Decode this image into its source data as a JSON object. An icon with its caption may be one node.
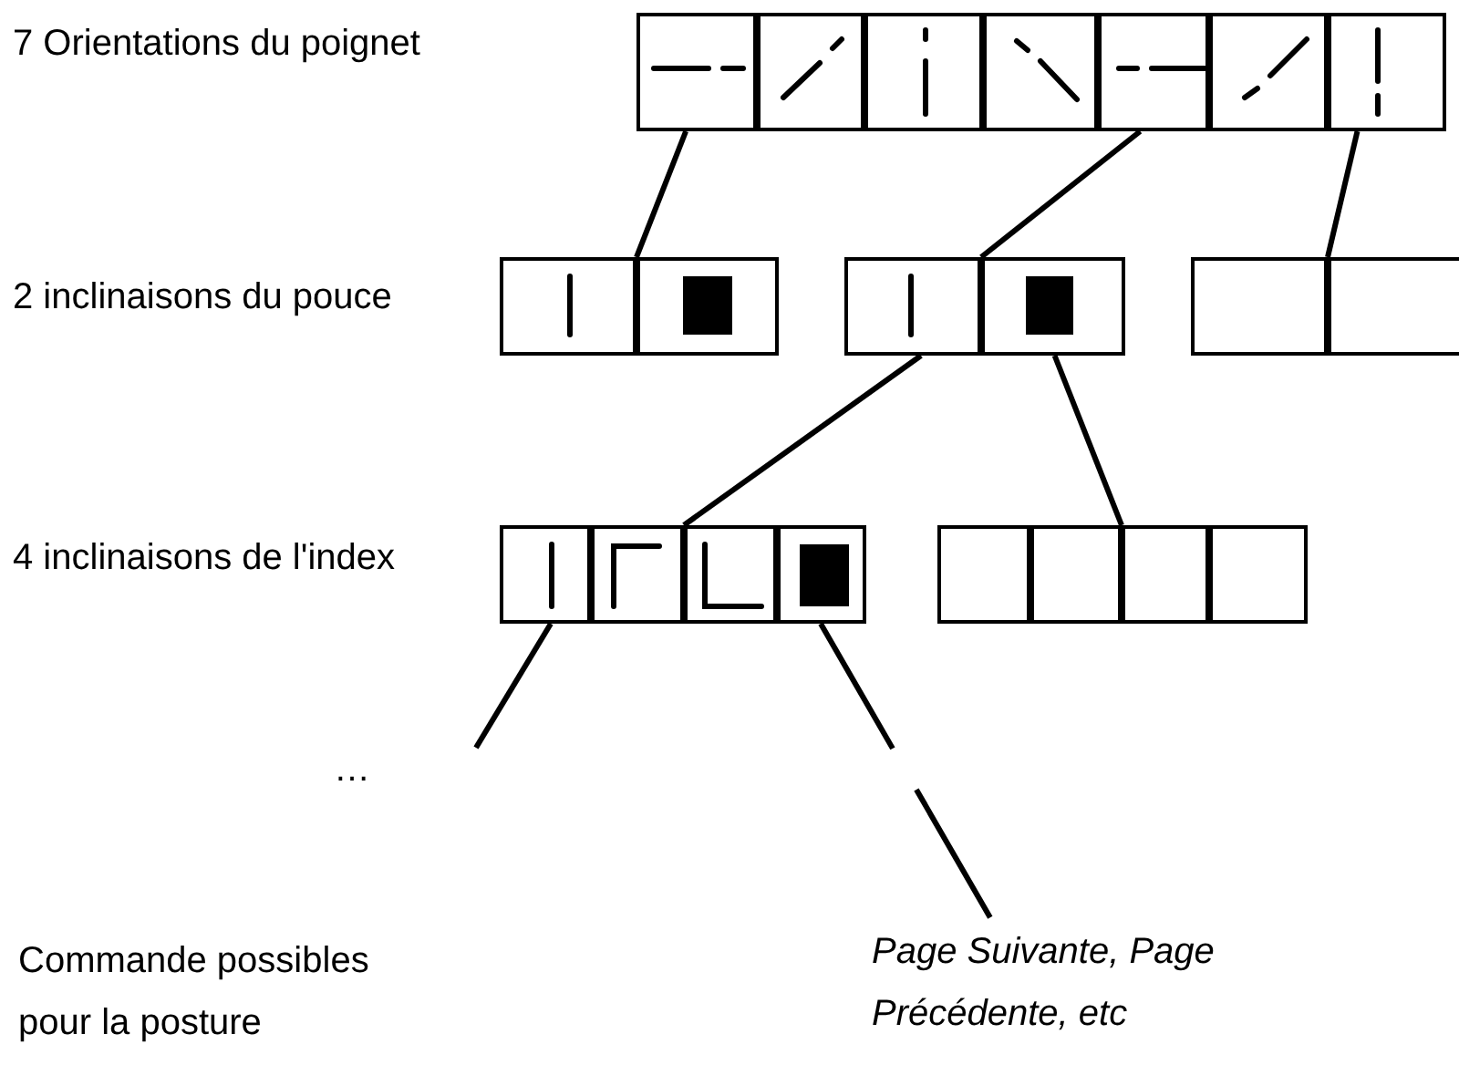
{
  "diagram": {
    "nodes": [
      {
        "text": [],
        "shape": "picture"
      },
      {
        "text": [],
        "shape": "picture"
      },
      {
        "text": [],
        "shape": "picture"
      },
      {
        "text": [],
        "shape": "picture"
      },
      {
        "text": [],
        "shape": "picture"
      },
      {
        "text": [],
        "shape": "picture"
      },
      {
        "text": [],
        "shape": "picture"
      },
      {
        "text": [],
        "shape": "picture"
      },
      {
        "text": [],
        "shape": "picture"
      },
      {
        "text": [],
        "shape": "picture"
      },
      {
        "text": [],
        "shape": "picture"
      },
      {
        "text": [],
        "shape": "box"
      },
      {
        "text": [],
        "shape": "box"
      },
      {
        "text": [],
        "shape": "picture"
      },
      {
        "text": [],
        "shape": "picture"
      },
      {
        "text": [],
        "shape": "picture"
      },
      {
        "text": [],
        "shape": "picture"
      },
      {
        "text": [],
        "shape": "box"
      },
      {
        "text": [],
        "shape": "box"
      },
      {
        "text": [],
        "shape": "box"
      },
      {
        "text": [],
        "shape": "box"
      },
      {
        "text": [
          "Page Suivante, Page Précédente, etc"
        ]
      }
    ],
    "edges": [
      {
        "from": 0,
        "to": 8,
        "arrow": "none"
      },
      {
        "from": 4,
        "to": 10,
        "arrow": "none"
      },
      {
        "from": 6,
        "to": 12,
        "arrow": "none"
      },
      {
        "from": 9,
        "to": 15,
        "arrow": "none"
      },
      {
        "from": 10,
        "to": 19,
        "arrow": "none"
      },
      {
        "from": 13,
        "to": null,
        "arrow": "none"
      },
      {
        "from": 16,
        "to": 21,
        "arrow": "none",
        "style": "dashed"
      }
    ],
    "labels": [
      "7 Orientations du poignet",
      "2 inclinaisons du pouce",
      "4 inclinaisons de l'index",
      "…",
      "Commande possibles pour la posture"
    ]
  }
}
